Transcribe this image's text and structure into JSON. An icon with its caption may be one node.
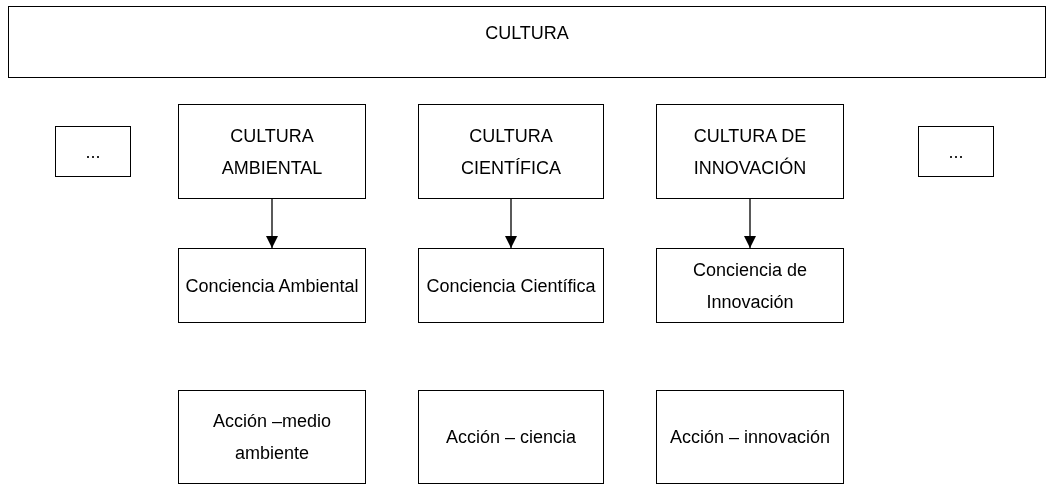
{
  "diagram": {
    "nodes": [
      {
        "text": [
          "CULTURA"
        ]
      },
      {
        "text": [
          "..."
        ]
      },
      {
        "text": [
          "CULTURA AMBIENTAL"
        ]
      },
      {
        "text": [
          "CULTURA CIENTÍFICA"
        ]
      },
      {
        "text": [
          "CULTURA DE INNOVACIÓN"
        ]
      },
      {
        "text": [
          "..."
        ]
      },
      {
        "text": [
          "Conciencia Ambiental"
        ]
      },
      {
        "text": [
          "Conciencia Científica"
        ]
      },
      {
        "text": [
          "Conciencia de Innovación"
        ]
      },
      {
        "text": [
          "Acción –medio ambiente"
        ]
      },
      {
        "text": [
          "Acción – ciencia"
        ]
      },
      {
        "text": [
          "Acción – innovación"
        ]
      }
    ],
    "edges": [
      {
        "from": 2,
        "to": 6,
        "arrow": "to"
      },
      {
        "from": 3,
        "to": 7,
        "arrow": "to"
      },
      {
        "from": 4,
        "to": 8,
        "arrow": "to"
      }
    ]
  }
}
